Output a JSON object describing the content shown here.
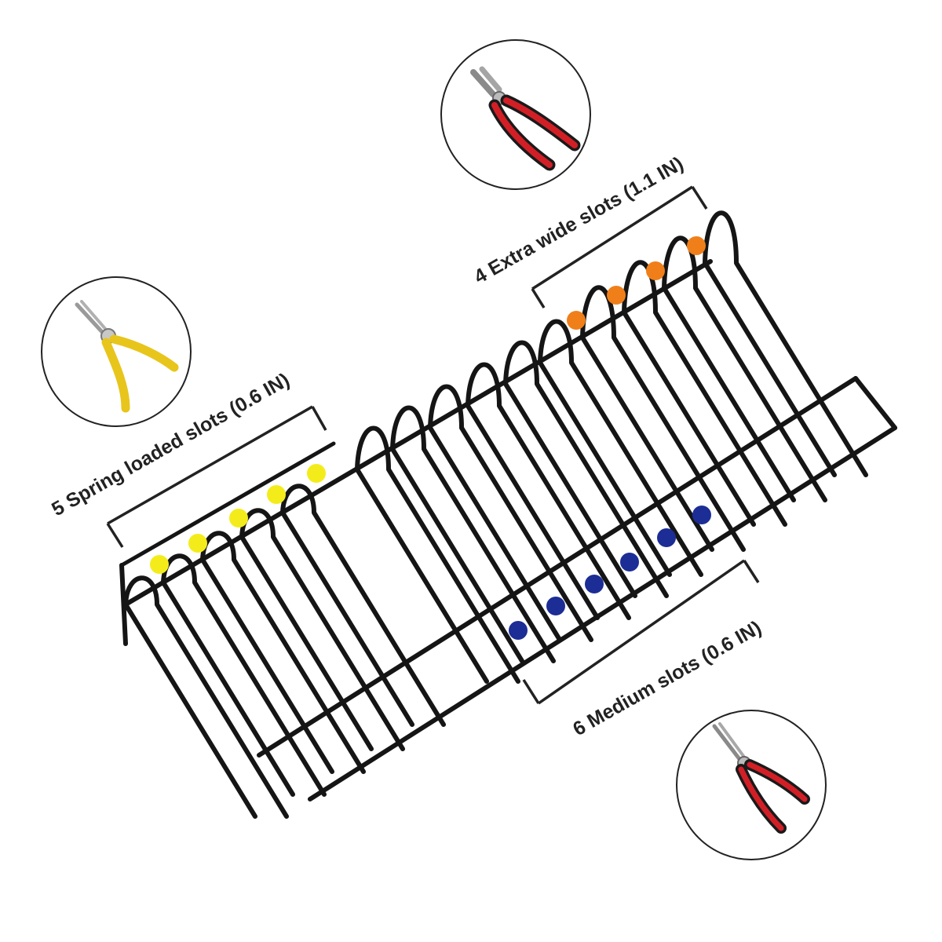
{
  "labels": {
    "spring": "5 Spring loaded slots (0.6 IN)",
    "wide": "4 Extra wide slots (1.1 IN)",
    "medium": "6 Medium slots (0.6 IN)"
  },
  "marker_colors": {
    "spring": "#f4ec1a",
    "wide": "#f07f1a",
    "medium": "#1c2d96"
  },
  "marker_counts": {
    "spring": 5,
    "wide": 4,
    "medium": 6
  },
  "rack_color": "#151515",
  "icons": [
    "yellow-needle-nose-pliers-icon",
    "red-combination-pliers-icon",
    "red-long-nose-pliers-icon"
  ]
}
